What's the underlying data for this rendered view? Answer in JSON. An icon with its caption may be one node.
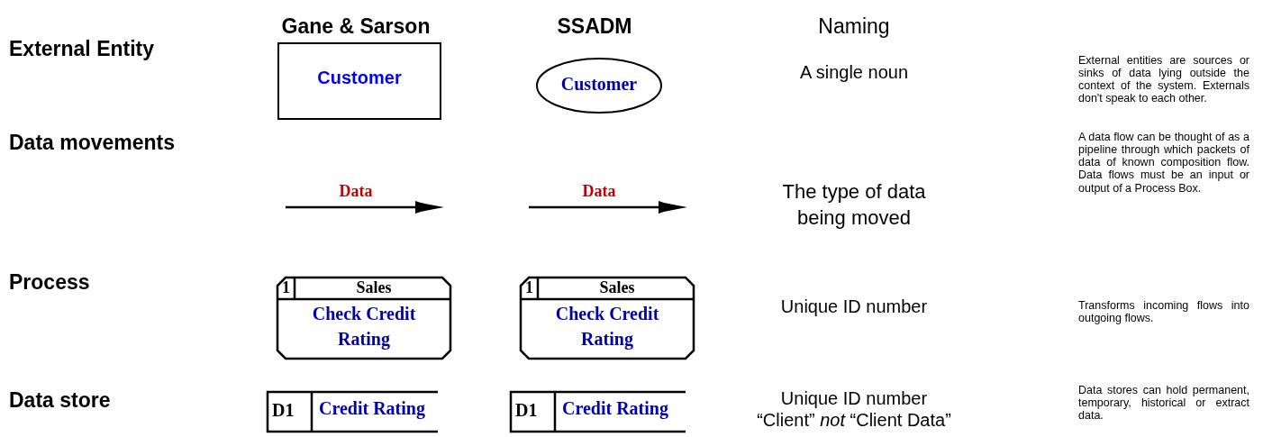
{
  "diagram": {
    "nodes": [
      {
        "text": [
          "Customer"
        ]
      },
      {
        "text": [
          "Customer"
        ]
      },
      {
        "text": [
          "1",
          "Sales",
          "Check Credit Rating"
        ]
      },
      {
        "text": [
          "1",
          "Sales",
          "Check Credit Rating"
        ]
      },
      {
        "text": [
          "D1",
          "Credit Rating"
        ]
      },
      {
        "text": [
          "D1",
          "Credit Rating"
        ]
      }
    ],
    "labels": [
      "Gane & Sarson",
      "SSADM",
      "Naming",
      "External Entity",
      "A single noun",
      "External entities are sources or sinks of data lying outside the context of the system. Externals don't speak to each other.",
      "Data movements",
      "Data",
      "Data",
      "The type of data being moved",
      "A data flow can be thought of as a pipeline through which packets of data of known composition flow. Data flows must be an input or output of a Process Box.",
      "Process",
      "Unique ID number",
      "Transforms incoming flows into outgoing flows.",
      "Data store",
      "Unique ID number",
      "“Client” *not* “Client Data”",
      "Data stores can hold permanent, temporary, historical or extract data."
    ]
  }
}
